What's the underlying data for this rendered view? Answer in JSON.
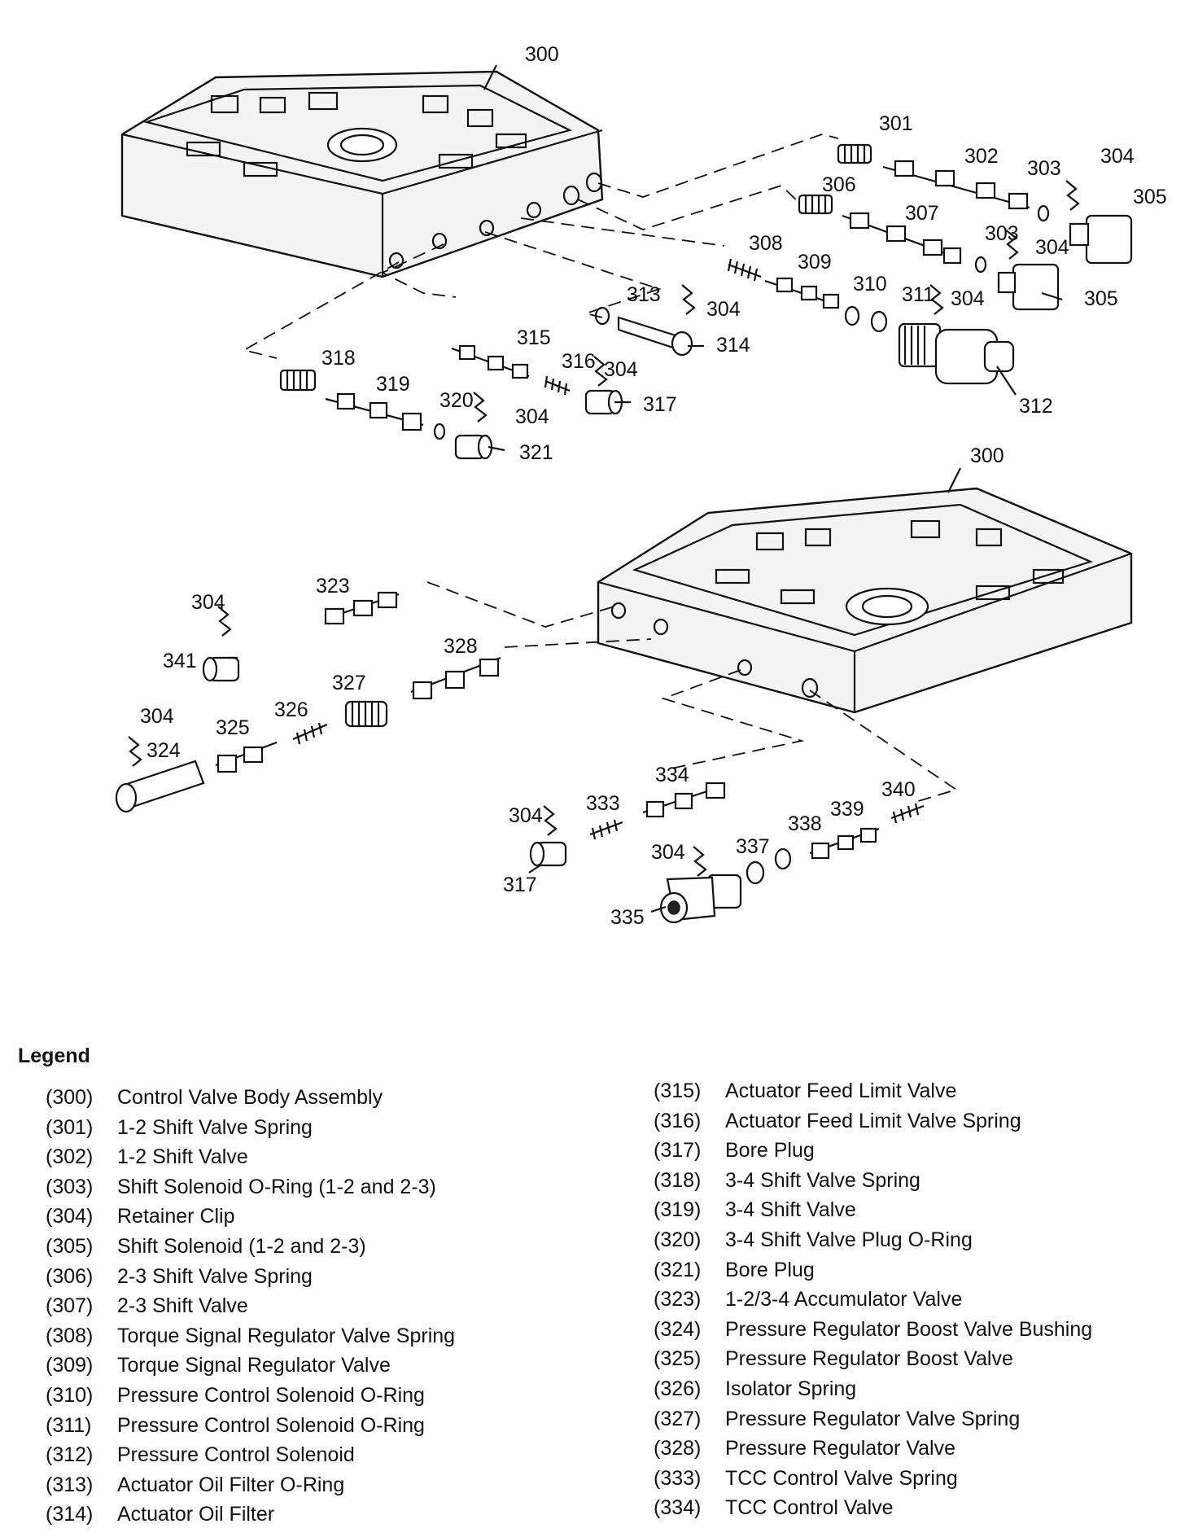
{
  "diagram": {
    "callouts_top": [
      "300",
      "301",
      "302",
      "303",
      "304",
      "305",
      "306",
      "307",
      "303",
      "304",
      "305",
      "308",
      "309",
      "310",
      "311",
      "304",
      "312",
      "313",
      "304",
      "314",
      "315",
      "316",
      "304",
      "317",
      "318",
      "319",
      "320",
      "304",
      "321"
    ],
    "callouts_bottom": [
      "300",
      "323",
      "304",
      "341",
      "328",
      "327",
      "326",
      "325",
      "304",
      "324",
      "334",
      "333",
      "304",
      "317",
      "340",
      "339",
      "338",
      "337",
      "304",
      "335"
    ]
  },
  "legend": {
    "title": "Legend",
    "left": [
      {
        "num": "(300)",
        "label": "Control Valve Body Assembly"
      },
      {
        "num": "(301)",
        "label": "1-2 Shift Valve Spring"
      },
      {
        "num": "(302)",
        "label": "1-2 Shift Valve"
      },
      {
        "num": "(303)",
        "label": "Shift Solenoid O-Ring (1-2 and 2-3)"
      },
      {
        "num": "(304)",
        "label": "Retainer Clip"
      },
      {
        "num": "(305)",
        "label": "Shift Solenoid (1-2 and 2-3)"
      },
      {
        "num": "(306)",
        "label": "2-3 Shift Valve Spring"
      },
      {
        "num": "(307)",
        "label": "2-3 Shift Valve"
      },
      {
        "num": "(308)",
        "label": "Torque Signal Regulator Valve Spring"
      },
      {
        "num": "(309)",
        "label": "Torque Signal Regulator Valve"
      },
      {
        "num": "(310)",
        "label": "Pressure Control Solenoid O-Ring"
      },
      {
        "num": "(311)",
        "label": "Pressure Control Solenoid O-Ring"
      },
      {
        "num": "(312)",
        "label": "Pressure Control Solenoid"
      },
      {
        "num": "(313)",
        "label": "Actuator Oil Filter O-Ring"
      },
      {
        "num": "(314)",
        "label": "Actuator Oil Filter"
      }
    ],
    "right": [
      {
        "num": "(315)",
        "label": "Actuator Feed Limit Valve"
      },
      {
        "num": "(316)",
        "label": "Actuator Feed Limit Valve Spring"
      },
      {
        "num": "(317)",
        "label": "Bore Plug"
      },
      {
        "num": "(318)",
        "label": "3-4 Shift Valve Spring"
      },
      {
        "num": "(319)",
        "label": "3-4 Shift Valve"
      },
      {
        "num": "(320)",
        "label": "3-4 Shift Valve Plug O-Ring"
      },
      {
        "num": "(321)",
        "label": "Bore Plug"
      },
      {
        "num": "(323)",
        "label": "1-2/3-4 Accumulator Valve"
      },
      {
        "num": "(324)",
        "label": "Pressure Regulator Boost Valve Bushing"
      },
      {
        "num": "(325)",
        "label": "Pressure Regulator Boost Valve"
      },
      {
        "num": "(326)",
        "label": "Isolator Spring"
      },
      {
        "num": "(327)",
        "label": "Pressure Regulator Valve Spring"
      },
      {
        "num": "(328)",
        "label": "Pressure Regulator Valve"
      },
      {
        "num": "(333)",
        "label": "TCC Control Valve Spring"
      },
      {
        "num": "(334)",
        "label": "TCC Control Valve"
      }
    ]
  }
}
